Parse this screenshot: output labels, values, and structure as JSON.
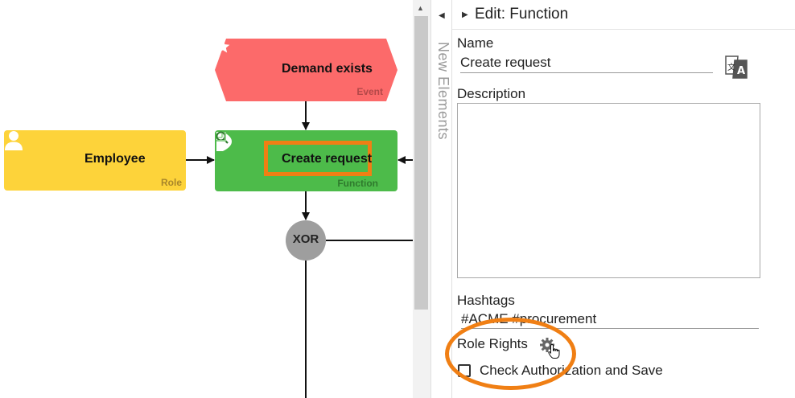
{
  "canvas": {
    "event": {
      "label": "Demand exists",
      "type": "Event",
      "color": "#fc6a6a"
    },
    "role": {
      "label": "Employee",
      "type": "Role",
      "color": "#fdd33a"
    },
    "function": {
      "label": "Create request",
      "type": "Function",
      "color": "#4dbb4a"
    },
    "gateway": {
      "label": "XOR",
      "color": "#9e9e9e"
    },
    "highlight_color": "#f07f14"
  },
  "palette": {
    "label": "New Elements"
  },
  "panel": {
    "title": "Edit: Function",
    "name_label": "Name",
    "name_value": "Create request",
    "description_label": "Description",
    "description_value": "",
    "hashtags_label": "Hashtags",
    "hashtags_value": "#ACME #procurement",
    "role_rights_label": "Role Rights",
    "check_label": "Check Authorization and Save",
    "check_checked": false
  },
  "icons": {
    "event": "star-icon",
    "role": "person-icon",
    "function": "function-play-icon",
    "translate": "translate-icon",
    "gear": "gear-icon",
    "cursor": "hand-cursor-icon"
  }
}
